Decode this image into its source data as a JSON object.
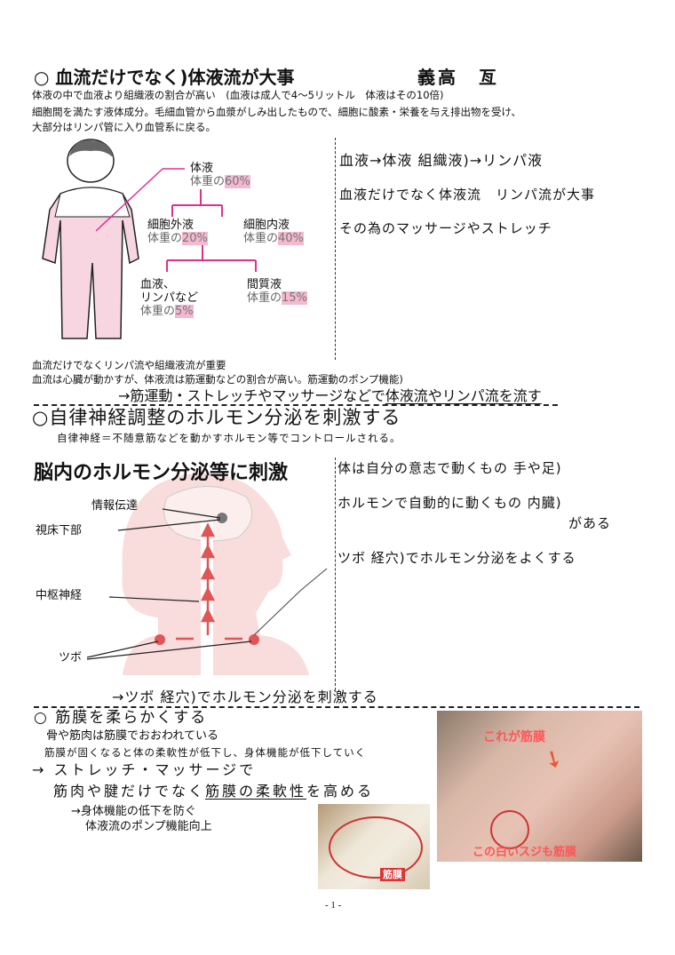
{
  "section1": {
    "title": "○ 血流だけでなく)体液流が大事",
    "author": "義高　亙",
    "lines": [
      "体液の中で血液より組織液の割合が高い　(血液は成人で4～5リットル　体液はその10倍)",
      "細胞間を満たす液体成分。毛細血管から血漿がしみ出したもので、細胞に酸素・栄養を与え排出物を受け、",
      "大部分はリンパ管に入り血管系に戻る。"
    ],
    "diagram": {
      "body_fluid": "体液",
      "bf_pre": "体重の",
      "bf_pct": "60%",
      "extra": "細胞外液",
      "extra_pct": "20%",
      "intra": "細胞内液",
      "intra_pct": "40%",
      "blood1": "血液、",
      "blood2": "リンパなど",
      "blood_pct": "5%",
      "interstitial": "間質液",
      "inter_pct": "15%"
    },
    "right": [
      "血液→体液 組織液)→リンパ液",
      "血液だけでなく体液流　リンパ流が大事",
      "その為のマッサージやストレッチ"
    ],
    "notes": [
      "血流だけでなくリンパ流や組織液流が重要",
      "血流は心臓が動かすが、体液流は筋運動などの割合が高い。筋運動のポンプ機能)"
    ],
    "arrow_pre": "→筋運動・ストレッチやマッサージなどで",
    "arrow_em": "体液流やリンパ流を流す"
  },
  "section2": {
    "title": "○自律神経調整のホルモン分泌を刺激する",
    "sub": "自律神経＝不随意筋などを動かすホルモン等でコントロールされる。",
    "image": {
      "title": "脳内のホルモン分泌等に刺激",
      "l1": "情報伝達",
      "l2": "視床下部",
      "l3": "中枢神経",
      "l4": "ツボ"
    },
    "right": [
      "体は自分の意志で動くもの 手や足)",
      "ホルモンで自動的に動くもの 内臓)",
      "がある",
      "ツボ 経穴)でホルモン分泌をよくする"
    ],
    "arrow": "→ツボ 経穴)でホルモン分泌を刺激する"
  },
  "section3": {
    "title": "○ 筋膜を柔らかくする",
    "l1": "骨や筋肉は筋膜でおおわれている",
    "l2": "筋膜が固くなると体の柔軟性が低下し、身体機能が低下していく",
    "l3": "→ ストレッチ・マッサージで",
    "l4a": "筋肉や腱だけでなく",
    "l4b": "筋膜の柔軟性",
    "l4c": "を高める",
    "l5": "→身体機能の低下を防ぐ",
    "l6": "体液流のポンプ機能向上",
    "photo1": {
      "label1": "これが筋膜",
      "label2": "この白いスジも筋膜"
    },
    "photo2": {
      "label": "筋膜"
    }
  },
  "page_number": "- 1 -"
}
